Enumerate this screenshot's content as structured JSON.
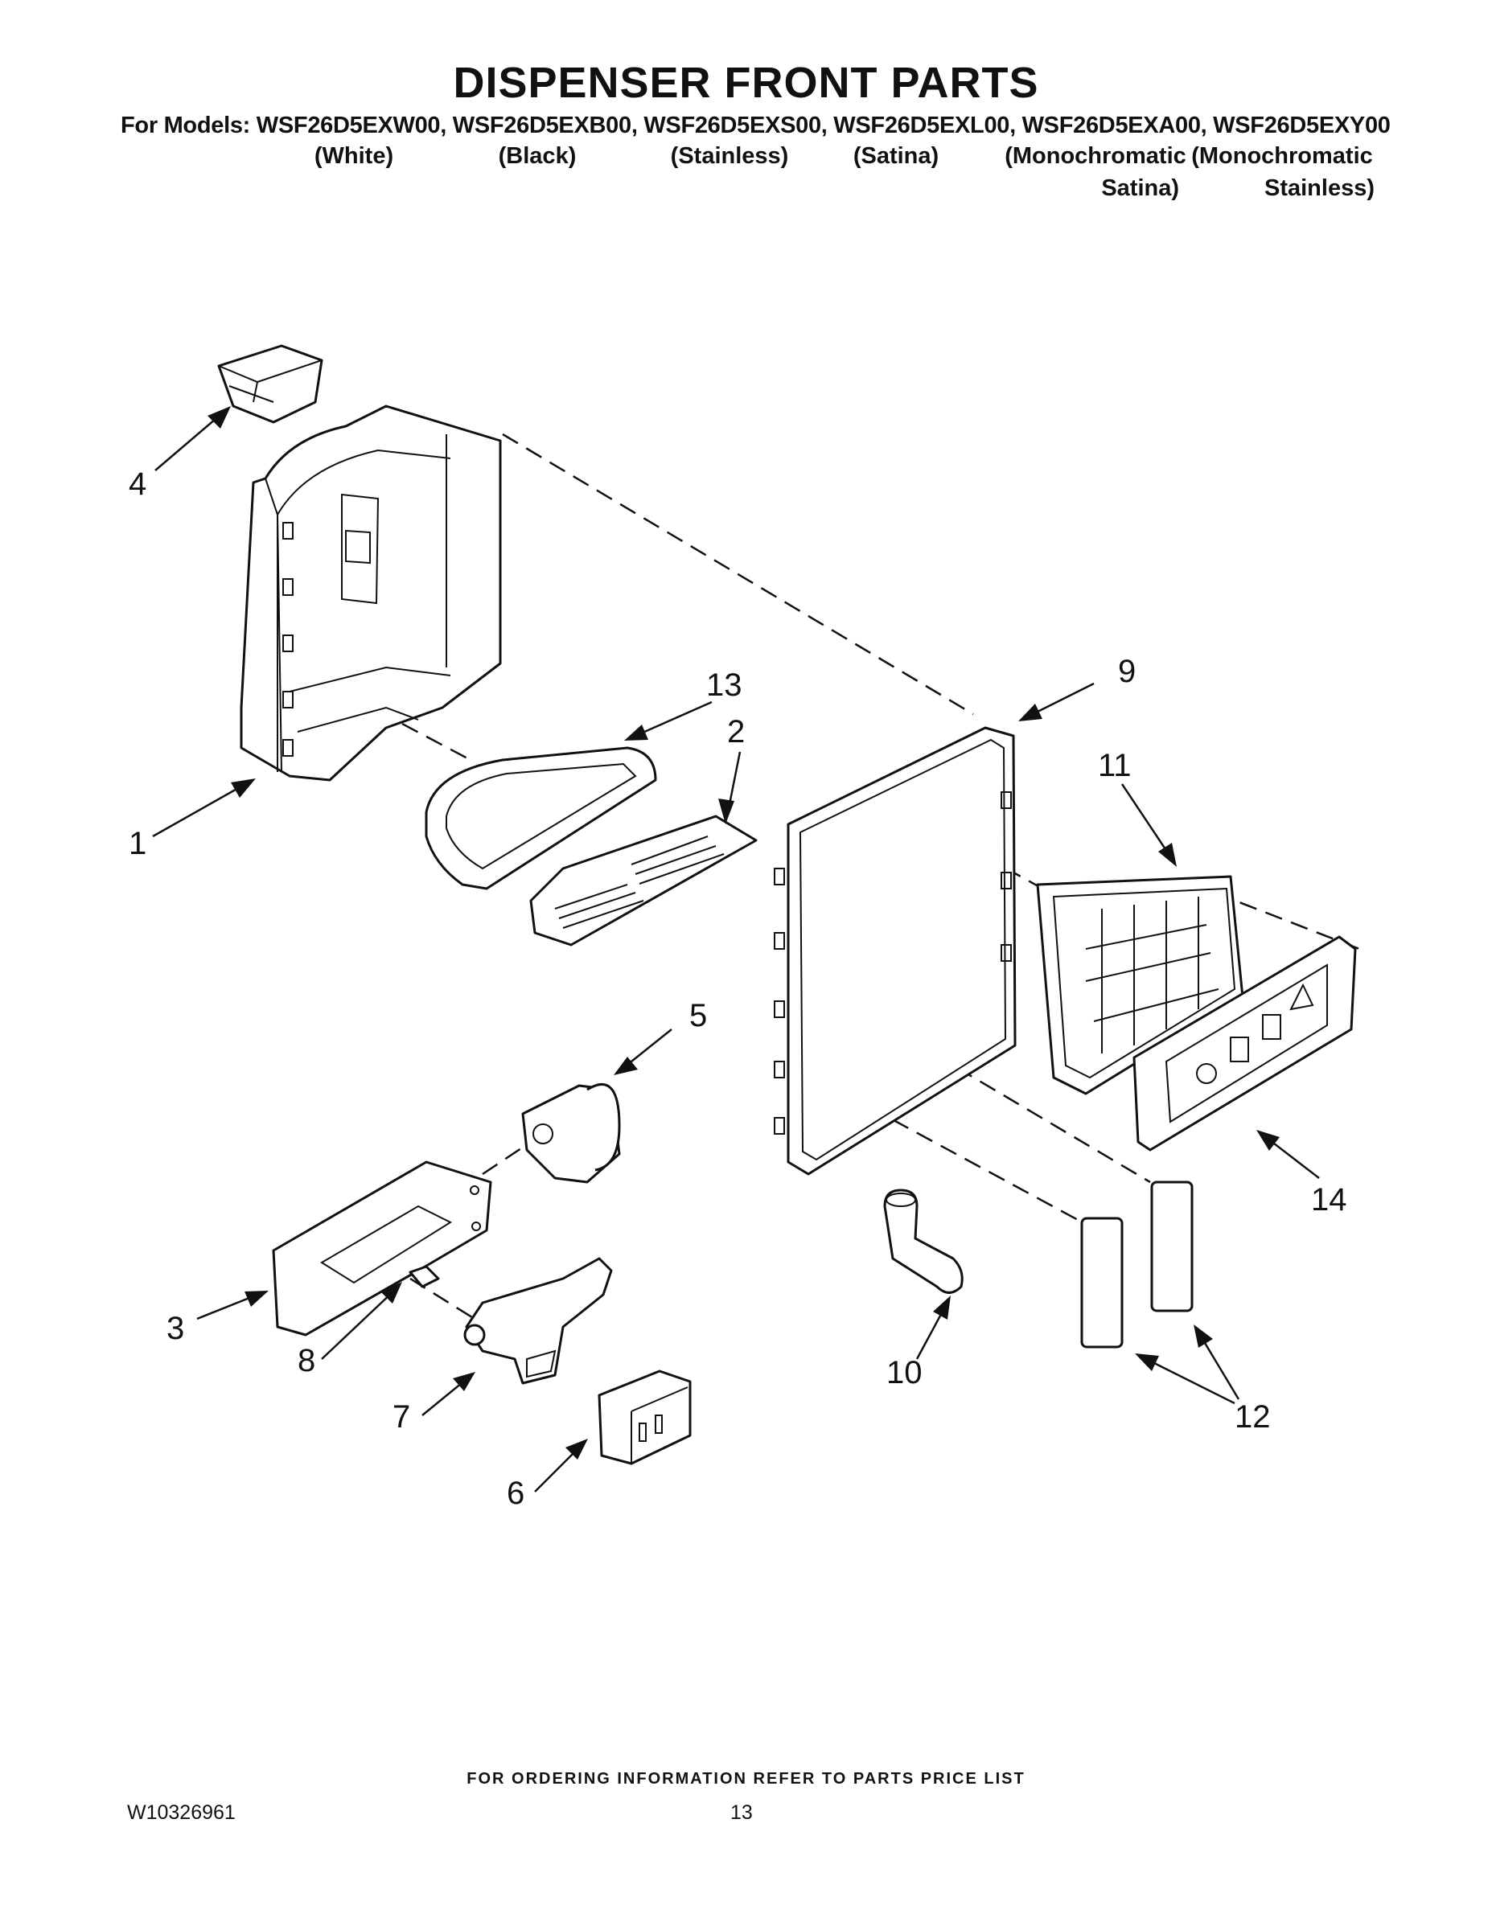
{
  "header": {
    "title": "DISPENSER FRONT PARTS",
    "models_line": "For Models: WSF26D5EXW00, WSF26D5EXB00, WSF26D5EXS00, WSF26D5EXL00, WSF26D5EXA00, WSF26D5EXY00",
    "variants": [
      "(White)",
      "(Black)",
      "(Stainless)",
      "(Satina)",
      "(Monochromatic",
      "(Monochromatic"
    ],
    "variants_line2": [
      "Satina)",
      "Stainless)"
    ]
  },
  "callouts": [
    "1",
    "2",
    "3",
    "4",
    "5",
    "6",
    "7",
    "8",
    "9",
    "10",
    "11",
    "12",
    "13",
    "14"
  ],
  "footer": {
    "ordering_note": "FOR ORDERING INFORMATION REFER TO PARTS PRICE LIST",
    "doc_number": "W10326961",
    "page_number": "13"
  }
}
